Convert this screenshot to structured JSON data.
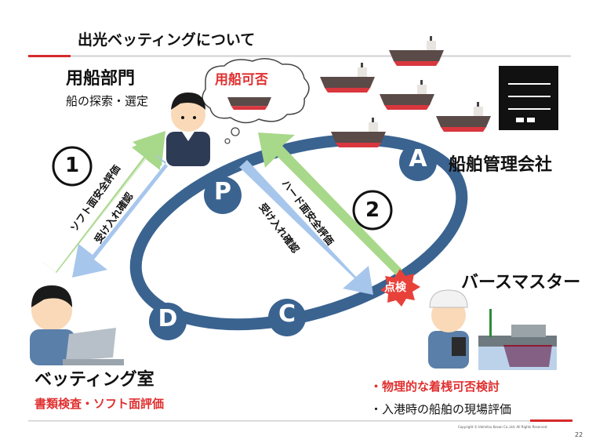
{
  "header": {
    "title": "出光ベッティングについて",
    "page_number": "22",
    "copyright": "Copyright © Idemitsu Kosan Co.,Ltd.  All Rights Reserved."
  },
  "actors": {
    "purchasing": {
      "name": "用船部門",
      "subtitle": "船の探索・選定"
    },
    "ship_management": {
      "name": "船舶管理会社"
    },
    "berth_master": {
      "name": "バースマスター",
      "items": [
        "・物理的な着桟可否検討",
        "・入港時の船舶の現場評価"
      ]
    },
    "vetting_room": {
      "name": "ベッティング室",
      "subtitle": "書類検査・ソフト面評価"
    }
  },
  "thought_bubble": "用船可否",
  "inspection_badge": "点検",
  "cycle_nodes": [
    "P",
    "D",
    "C",
    "A"
  ],
  "flows": {
    "step1": "1",
    "step2": "2",
    "soft_eval": "ソフト面安全評価",
    "accept_left": "受け入れ確認",
    "hard_eval": "ハード面安全評価",
    "accept_right": "受け入れ確認"
  },
  "colors": {
    "accent_red": "#d62b2b",
    "cycle_blue": "#3a6390",
    "arrow_green": "#a8d88a",
    "arrow_blue": "#a7c6ec",
    "text_red": "#e03030"
  }
}
